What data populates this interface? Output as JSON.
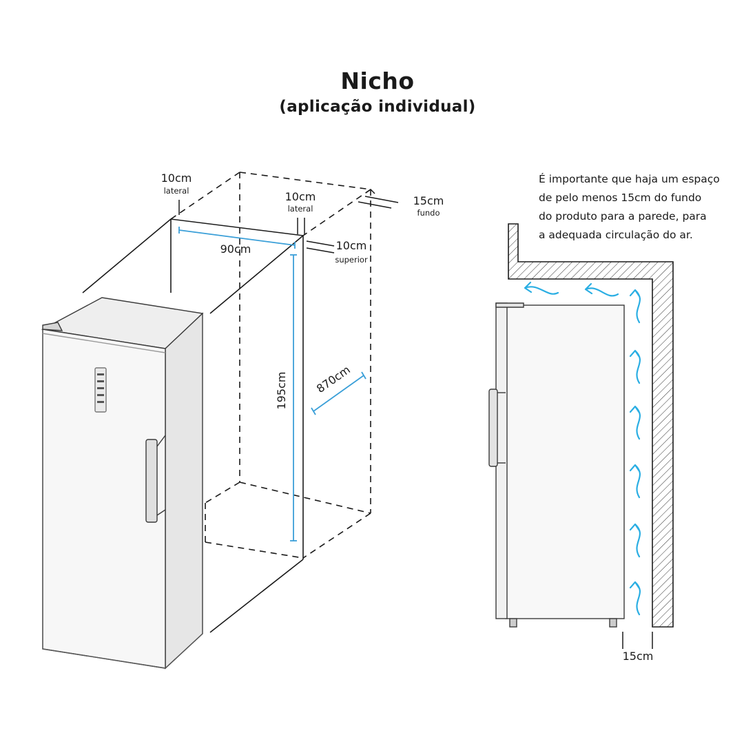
{
  "title": "Nicho",
  "subtitle": "(aplicação individual)",
  "dimensions": {
    "lateral_left": {
      "value": "10cm",
      "caption": "lateral"
    },
    "lateral_right": {
      "value": "10cm",
      "caption": "lateral"
    },
    "back": {
      "value": "15cm",
      "caption": "fundo"
    },
    "top": {
      "value": "10cm",
      "caption": "superior"
    },
    "width": "90cm",
    "height": "195cm",
    "depth": "870cm",
    "side_gap": "15cm"
  },
  "note_lines": [
    "É importante que haja um espaço",
    "de pelo menos 15cm do fundo",
    "do produto para a parede, para",
    "a adequada circulação do ar."
  ],
  "colors": {
    "measure_blue": "#3a9fd8",
    "airflow_cyan": "#2aaee3",
    "line": "#1a1a1a",
    "fridge_body": "#f8f8f8"
  }
}
